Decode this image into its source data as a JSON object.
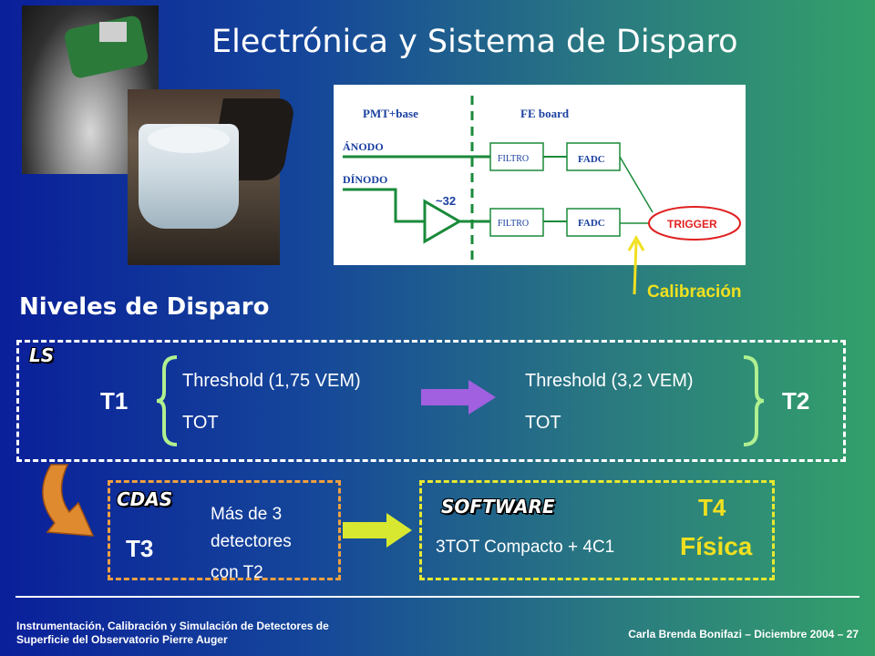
{
  "title": "Electrónica y Sistema de Disparo",
  "diagram": {
    "pmt_label": "PMT+base",
    "fe_label": "FE board",
    "anodo": "ÁNODO",
    "dinodo": "DÍNODO",
    "gain": "~32",
    "filtro1": "FILTRO",
    "filtro2": "FILTRO",
    "fadc1": "FADC",
    "fadc2": "FADC",
    "trigger": "TRIGGER"
  },
  "calibracion": "Calibración",
  "niveles_heading": "Niveles de Disparo",
  "ls": {
    "label": "LS",
    "t1": "T1",
    "t2": "T2",
    "threshold1": "Threshold (1,75 VEM)",
    "tot1": "TOT",
    "threshold2": "Threshold (3,2 VEM)",
    "tot2": "TOT"
  },
  "cdas": {
    "label": "CDAS",
    "t3": "T3",
    "line1": "Más de 3",
    "line2": "detectores",
    "line3": "con T2"
  },
  "software": {
    "label": "SOFTWARE",
    "condition": "3TOT Compacto + 4C1",
    "t4": "T4",
    "fisica": "Física"
  },
  "footer": {
    "left_line1": "Instrumentación, Calibración y Simulación de Detectores de",
    "left_line2": "Superficie del Observatorio Pierre Auger",
    "right": "Carla Brenda Bonifazi – Diciembre 2004 – 27"
  },
  "colors": {
    "accent_yellow": "#f0e020",
    "arrow_purple": "#a060e0",
    "arrow_yellow": "#d8e830",
    "brace_green": "#b0f090",
    "diagram_green": "#1a8a3a",
    "trigger_red": "#e02020"
  }
}
